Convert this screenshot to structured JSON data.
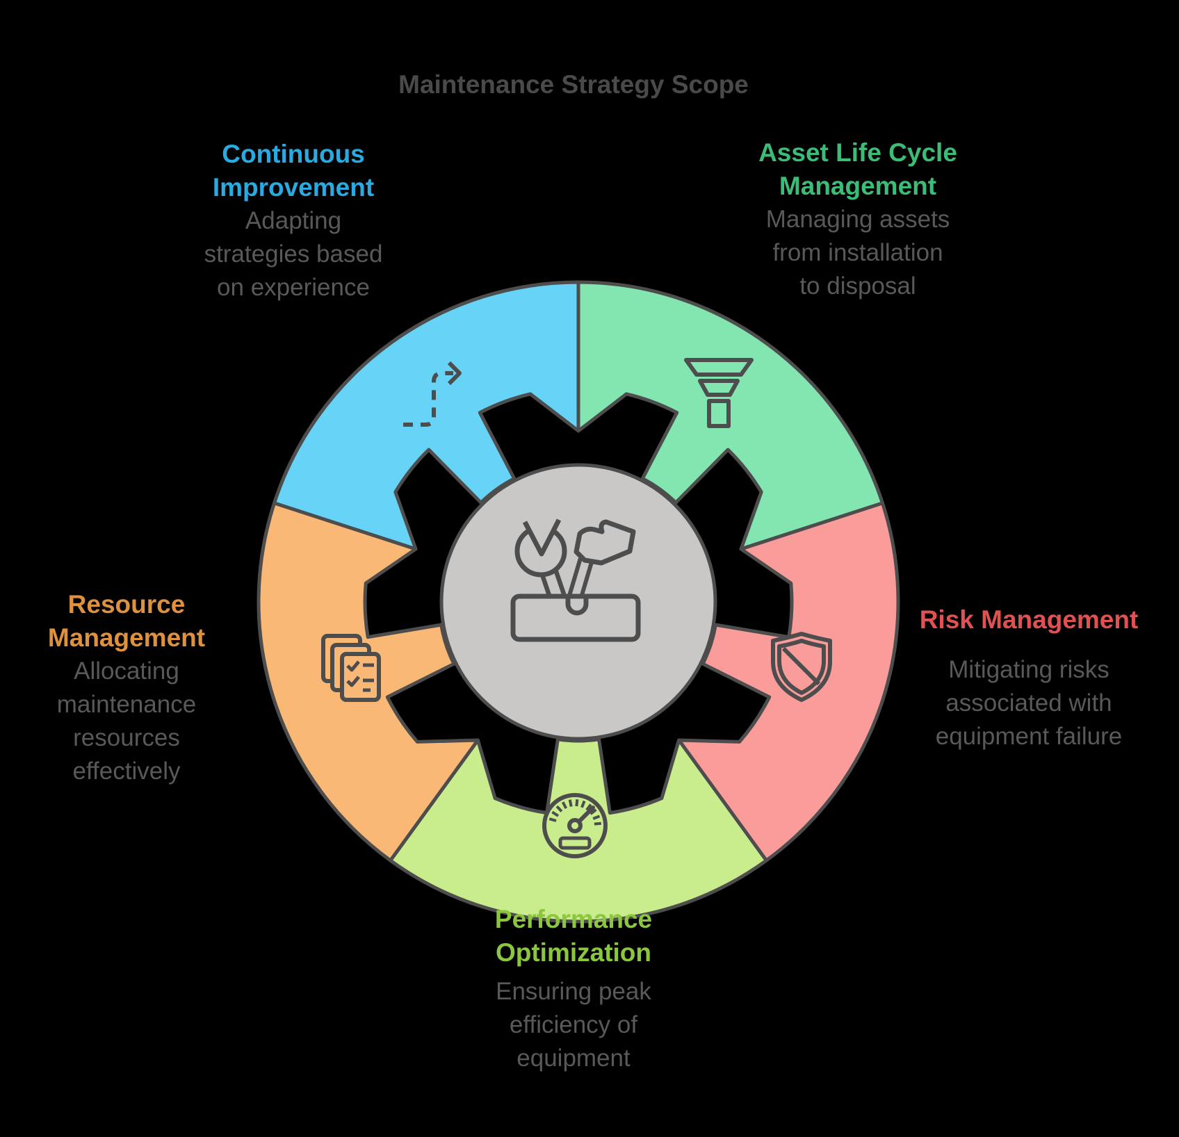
{
  "title": "Maintenance Strategy Scope",
  "colors": {
    "background": "#000000",
    "stroke": "#4D4D4D",
    "hub_fill": "#C9C8C7",
    "title_text": "#4A4A4A",
    "desc_text": "#58595B"
  },
  "hub": {
    "icon": "toolbox-icon"
  },
  "sections": [
    {
      "id": "continuous-improvement",
      "label_lines": [
        "Continuous",
        "Improvement"
      ],
      "description_lines": [
        "Adapting",
        "strategies based",
        "on experience"
      ],
      "label_color": "#29ABE2",
      "segment_color": "#67D3F7",
      "icon": "dashed-arrow-icon"
    },
    {
      "id": "asset-life-cycle-management",
      "label_lines": [
        "Asset Life Cycle",
        "Management"
      ],
      "description_lines": [
        "Managing assets",
        "from installation",
        "to disposal"
      ],
      "label_color": "#3BBD78",
      "segment_color": "#83E6B1",
      "icon": "funnel-icon"
    },
    {
      "id": "risk-management",
      "label_lines": [
        "Risk Management"
      ],
      "description_lines": [
        "Mitigating risks",
        "associated with",
        "equipment failure"
      ],
      "label_color": "#E05252",
      "segment_color": "#F99C9A",
      "icon": "shield-icon"
    },
    {
      "id": "performance-optimization",
      "label_lines": [
        "Performance",
        "Optimization"
      ],
      "description_lines": [
        "Ensuring peak",
        "efficiency of",
        "equipment"
      ],
      "label_color": "#8CC63F",
      "segment_color": "#C9EC8D",
      "icon": "gauge-icon"
    },
    {
      "id": "resource-management",
      "label_lines": [
        "Resource",
        "Management"
      ],
      "description_lines": [
        "Allocating",
        "maintenance",
        "resources",
        "effectively"
      ],
      "label_color": "#E0913E",
      "segment_color": "#FAB877",
      "icon": "documents-icon"
    }
  ]
}
